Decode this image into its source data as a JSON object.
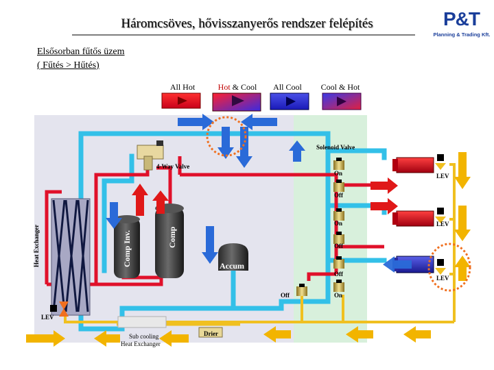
{
  "header": {
    "title": "Háromcsöves, hővisszanyerős rendszer felépítés",
    "subtitle_line1": "Elsősorban fűtős üzem",
    "subtitle_line2": "( Fűtés > Hűtés)"
  },
  "logo": {
    "mark": "P&T",
    "text": "Planning & Trading Kft."
  },
  "modes": [
    {
      "label": "All Hot"
    },
    {
      "label_hot": "Hot",
      "label_rest": " & Cool"
    },
    {
      "label": "All Cool"
    },
    {
      "label": "Cool & Hot"
    }
  ],
  "labels": {
    "solenoid_valve": "Solenoid Valve",
    "four_way_valve": "4-Way Valve",
    "heat_exchanger": "Heat Exchanger",
    "comp_inv": "Comp Inv.",
    "comp": "Comp",
    "accum": "Accum",
    "lev_left": "LEV",
    "lev_unit1": "LEV",
    "lev_unit2": "LEV",
    "lev_unit3": "LEV",
    "sub_cooling": "Sub cooling",
    "sub_cooling2": "Heat Exchanger",
    "drier": "Drier"
  },
  "valve_states": {
    "u1_top": "On",
    "u1_bottom": "Off",
    "u2_top": "On",
    "u2_bottom": "Off",
    "u3_top": "Off",
    "u3_bottom": "On",
    "bypass": "Off"
  },
  "colors": {
    "hot_pipe": "#e0102a",
    "cool_pipe": "#33c0e8",
    "liquid_pipe": "#f0c020",
    "arrow_blue": "#2a6ad8",
    "arrow_red": "#e01818",
    "arrow_yellow": "#f2b400",
    "highlight_circle": "#f07020",
    "outdoor_bg": "#e4e4ee",
    "bc_bg": "#d8f0dc"
  }
}
